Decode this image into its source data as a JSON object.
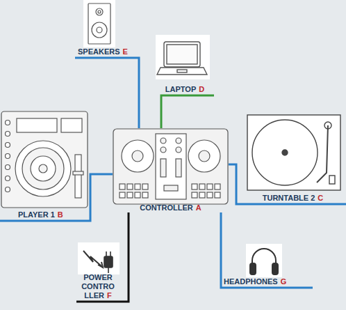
{
  "diagram": {
    "nodes": [
      {
        "text": [
          "SPEAKERS",
          "E"
        ]
      },
      {
        "text": [
          "LAPTOP",
          "D"
        ]
      },
      {
        "text": [
          "PLAYER 1",
          "B"
        ]
      },
      {
        "text": [
          "CONTROLLER",
          "A"
        ]
      },
      {
        "text": [
          "TURNTABLE 2",
          "C"
        ]
      },
      {
        "text": [
          "POWER CONTRO LLER",
          "F"
        ]
      },
      {
        "text": [
          "HEADPHONES",
          "G"
        ]
      }
    ],
    "edges": [
      {
        "from": 3,
        "to": 0,
        "arrow": "none"
      },
      {
        "from": 3,
        "to": 1,
        "arrow": "none"
      },
      {
        "from": 3,
        "to": 2,
        "arrow": "none"
      },
      {
        "from": 3,
        "to": 4,
        "arrow": "none"
      },
      {
        "from": 3,
        "to": 5,
        "arrow": "none"
      },
      {
        "from": 3,
        "to": 6,
        "arrow": "none"
      }
    ]
  }
}
